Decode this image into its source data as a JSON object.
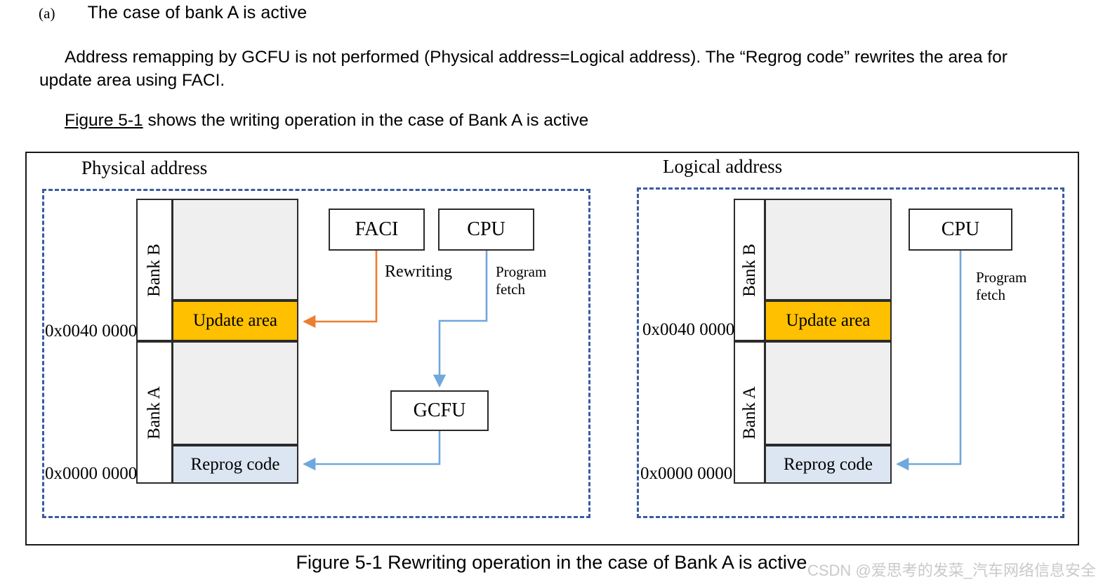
{
  "document": {
    "section_marker": "(a)",
    "section_title": "The case of bank A is active",
    "paragraph_remap": "Address remapping by GCFU is not performed (Physical address=Logical address). The “Regrog code” rewrites the area for update area using FACI.",
    "figure_ref_link": "Figure 5-1",
    "figure_ref_rest": " shows the writing operation in the case of Bank A is active",
    "caption": "Figure 5-1 Rewriting operation in the case of Bank A is active",
    "watermark": "CSDN @爱思考的发菜_汽车网络信息安全"
  },
  "figure": {
    "panels": {
      "physical": {
        "title": "Physical address",
        "banks": [
          {
            "label": "Bank B"
          },
          {
            "label": "Bank A"
          }
        ],
        "blocks": [
          {
            "label": "",
            "kind": "empty"
          },
          {
            "label": "Update area",
            "kind": "update"
          },
          {
            "label": "",
            "kind": "empty"
          },
          {
            "label": "Reprog code",
            "kind": "reprog"
          }
        ],
        "addresses": [
          {
            "value": "0x0040 0000"
          },
          {
            "value": "0x0000 0000"
          }
        ]
      },
      "logical": {
        "title": "Logical address",
        "banks": [
          {
            "label": "Bank B"
          },
          {
            "label": "Bank A"
          }
        ],
        "blocks": [
          {
            "label": "",
            "kind": "empty"
          },
          {
            "label": "Update area",
            "kind": "update"
          },
          {
            "label": "",
            "kind": "empty"
          },
          {
            "label": "Reprog code",
            "kind": "reprog"
          }
        ],
        "addresses": [
          {
            "value": "0x0040 0000"
          },
          {
            "value": "0x0000 0000"
          }
        ]
      }
    },
    "units": {
      "faci": "FACI",
      "cpu_left": "CPU",
      "gcfu": "GCFU",
      "cpu_right": "CPU"
    },
    "connector_labels": {
      "rewriting": "Rewriting",
      "program_fetch_left": "Program\nfetch",
      "program_fetch_right": "Program\nfetch"
    },
    "colors": {
      "update_area": "#FFC000",
      "reprog_code": "#DCE6F2",
      "empty_area": "#EFEFEF",
      "rewriting_arrow": "#ED7D31",
      "fetch_arrow": "#6FA8DC",
      "dashed_border": "#3A5BA0"
    }
  }
}
